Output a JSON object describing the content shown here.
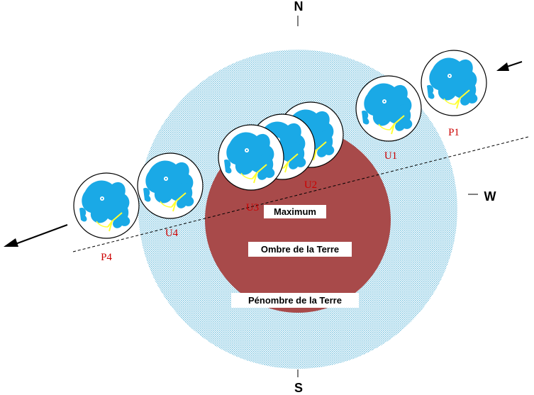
{
  "compass": {
    "north": "N",
    "south": "S",
    "west": "W"
  },
  "labels": {
    "maximum": "Maximum",
    "umbra": "Ombre de la Terre",
    "penumbra": "Pénombre de la Terre"
  },
  "phases": [
    "P1",
    "U1",
    "U2",
    "U3",
    "U4",
    "P4"
  ],
  "colors": {
    "penumbra": "#c8e6f0",
    "umbra": "#a84a4a",
    "moon_sea": "#1aa9e6",
    "ray": "#ffff33",
    "phase_label": "#cc0000"
  }
}
